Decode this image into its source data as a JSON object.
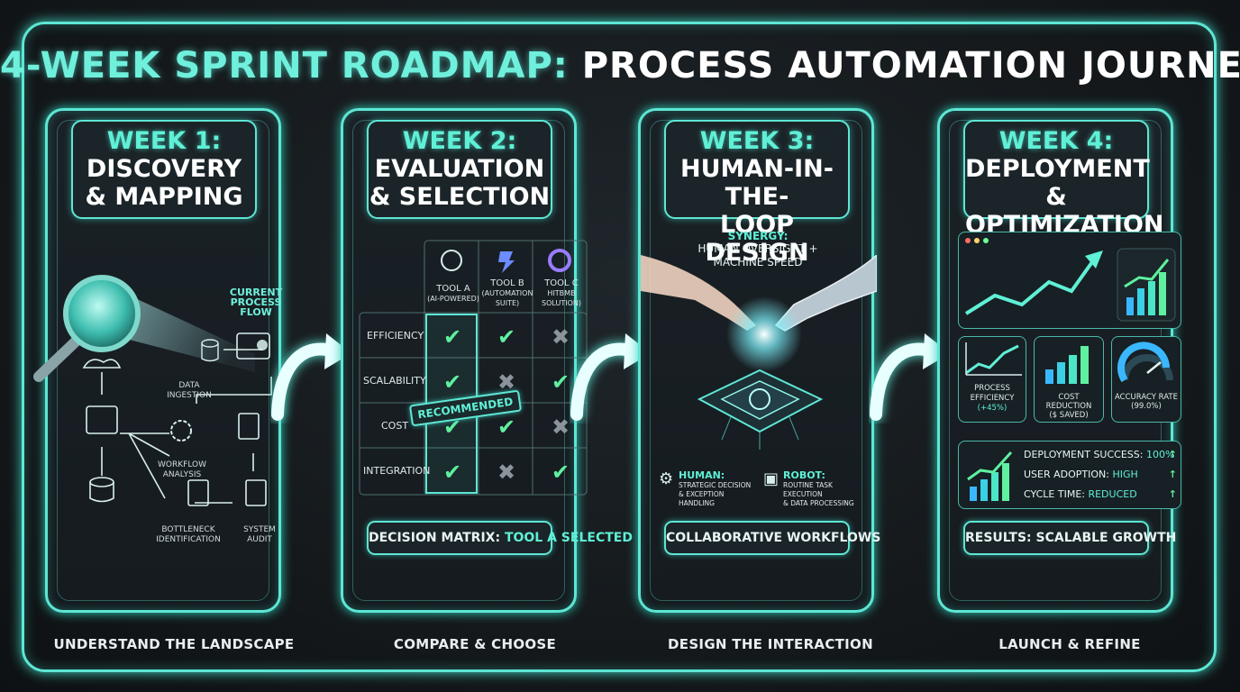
{
  "title": {
    "part1": "4-WEEK SPRINT ROADMAP:",
    "part2": "PROCESS AUTOMATION JOURNEY"
  },
  "colors": {
    "accent": "#5ee6d4",
    "check": "#5ff0a0",
    "background": "#15191c"
  },
  "weeks": [
    {
      "week": "WEEK 1:",
      "name": "DISCOVERY\n& MAPPING",
      "caption": "UNDERSTAND THE LANDSCAPE",
      "labels": {
        "current_flow": "CURRENT\nPROCESS\nFLOW",
        "data_ingestion": "DATA\nINGESTION",
        "workflow_analysis": "WORKFLOW\nANALYSIS",
        "bottleneck": "BOTTLENECK\nIDENTIFICATION",
        "system_audit": "SYSTEM\nAUDIT"
      }
    },
    {
      "week": "WEEK 2:",
      "name": "EVALUATION\n& SELECTION",
      "caption": "COMPARE & CHOOSE",
      "tools": [
        {
          "name": "TOOL A",
          "sub": "(AI-POWERED)"
        },
        {
          "name": "TOOL B",
          "sub": "(AUTOMATION\nSUITE)"
        },
        {
          "name": "TOOL C",
          "sub": "HITBMB\nSOLUTION)"
        }
      ],
      "criteria": [
        "EFFICIENCY",
        "SCALABILITY",
        "COST",
        "INTEGRATION"
      ],
      "matrix": [
        [
          "yes",
          "yes",
          "no"
        ],
        [
          "yes",
          "no",
          "yes"
        ],
        [
          "yes",
          "yes",
          "no"
        ],
        [
          "yes",
          "no",
          "yes"
        ]
      ],
      "badge": "RECOMMENDED",
      "footer_prefix": "DECISION MATRIX:",
      "footer_highlight": "TOOL A SELECTED"
    },
    {
      "week": "WEEK 3:",
      "name": "HUMAN-IN-THE-\nLOOP DESIGN",
      "caption": "DESIGN THE INTERACTION",
      "synergy_title": "SYNERGY:",
      "synergy_text": "HUMAN OVERSIGHT +\nMACHINE SPEED",
      "human_title": "HUMAN:",
      "human_text": "STRATEGIC DECISION\n& EXCEPTION HANDLING",
      "robot_title": "ROBOT:",
      "robot_text": "ROUTINE TASK EXECUTION\n& DATA PROCESSING",
      "footer": "COLLABORATIVE WORKFLOWS"
    },
    {
      "week": "WEEK 4:",
      "name": "DEPLOYMENT\n& OPTIMIZATION",
      "caption": "LAUNCH & REFINE",
      "metrics": [
        {
          "label": "PROCESS\nEFFICIENCY",
          "value": "(+45%)"
        },
        {
          "label": "COST REDUCTION",
          "value": "($ SAVED)"
        },
        {
          "label": "ACCURACY RATE",
          "value": "(99.0%)"
        }
      ],
      "kpis": [
        {
          "label": "DEPLOYMENT SUCCESS:",
          "value": "100%"
        },
        {
          "label": "USER ADOPTION:",
          "value": "HIGH"
        },
        {
          "label": "CYCLE TIME:",
          "value": "REDUCED"
        }
      ],
      "footer": "RESULTS: SCALABLE GROWTH"
    }
  ]
}
